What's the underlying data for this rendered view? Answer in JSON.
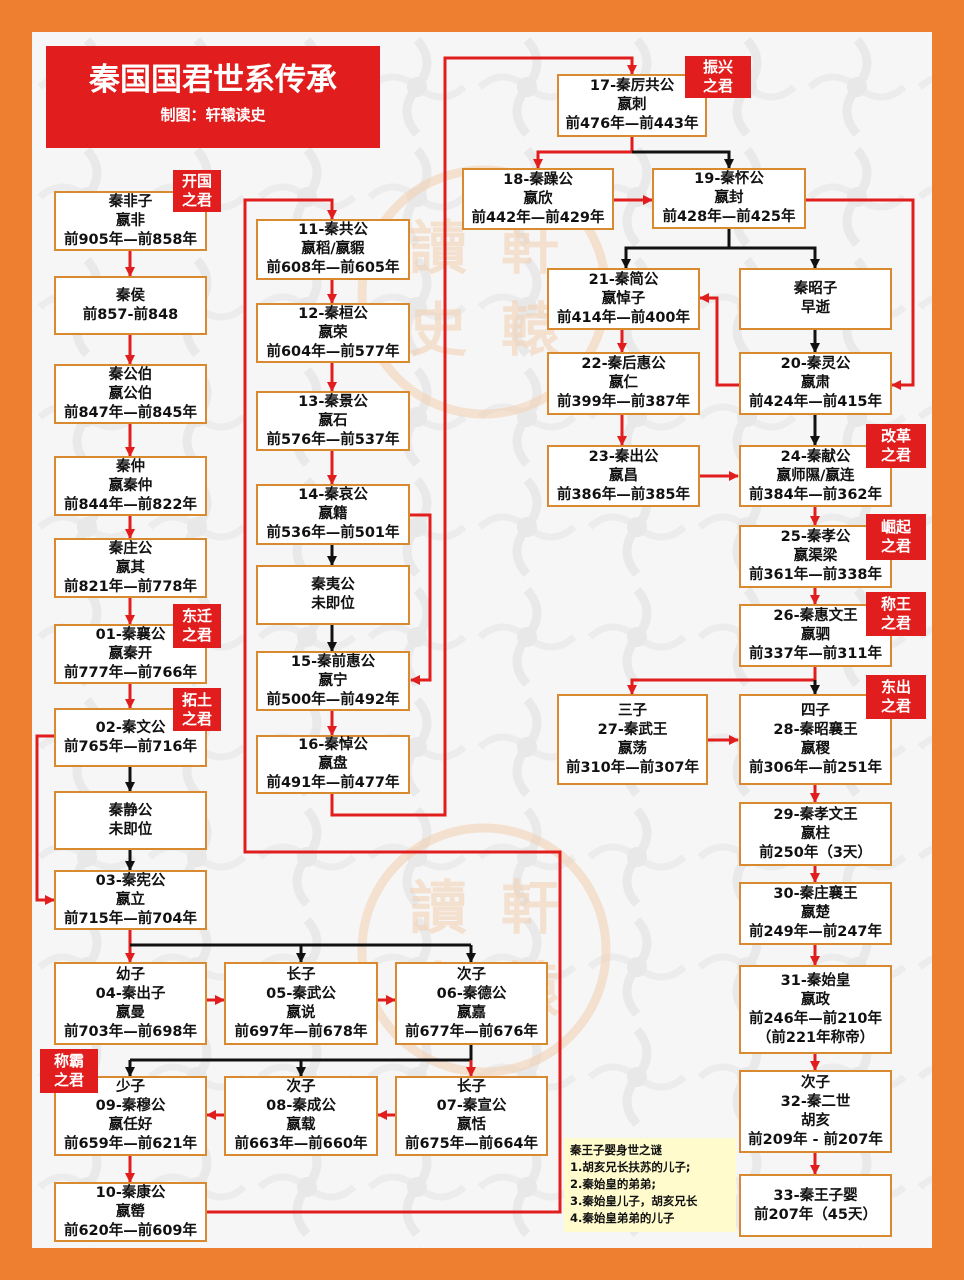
{
  "title": {
    "main": "秦国国君世系传承",
    "sub": "制图：轩辕读史"
  },
  "watermark": {
    "chars": [
      "讀",
      "軒",
      "史",
      "轅"
    ]
  },
  "colors": {
    "frame": "#ee7f30",
    "box_border": "#d9892f",
    "tag": "#e21d1d",
    "arrow_red": "#e21d1d",
    "arrow_black": "#111111",
    "note_bg": "#fffbcc"
  },
  "rulers": {
    "r0": {
      "lines": [
        "秦非子",
        "嬴非",
        "前905年—前858年"
      ]
    },
    "r1": {
      "lines": [
        "秦侯",
        "前857-前848"
      ]
    },
    "r2": {
      "lines": [
        "秦公伯",
        "嬴公伯",
        "前847年—前845年"
      ]
    },
    "r3": {
      "lines": [
        "秦仲",
        "嬴秦仲",
        "前844年—前822年"
      ]
    },
    "r4": {
      "lines": [
        "秦庄公",
        "嬴其",
        "前821年—前778年"
      ]
    },
    "r5": {
      "lines": [
        "01-秦襄公",
        "嬴秦开",
        "前777年—前766年"
      ]
    },
    "r6": {
      "lines": [
        "02-秦文公",
        "前765年—前716年"
      ]
    },
    "r7": {
      "lines": [
        "秦静公",
        "未即位"
      ]
    },
    "r8": {
      "lines": [
        "03-秦宪公",
        "嬴立",
        "前715年—前704年"
      ]
    },
    "r9": {
      "lines": [
        "幼子",
        "04-秦出子",
        "嬴曼",
        "前703年—前698年"
      ]
    },
    "r10": {
      "lines": [
        "长子",
        "05-秦武公",
        "嬴说",
        "前697年—前678年"
      ]
    },
    "r11": {
      "lines": [
        "次子",
        "06-秦德公",
        "嬴嘉",
        "前677年—前676年"
      ]
    },
    "r12": {
      "lines": [
        "少子",
        "09-秦穆公",
        "嬴任好",
        "前659年—前621年"
      ]
    },
    "r13": {
      "lines": [
        "次子",
        "08-秦成公",
        "嬴载",
        "前663年—前660年"
      ]
    },
    "r14": {
      "lines": [
        "长子",
        "07-秦宣公",
        "嬴恬",
        "前675年—前664年"
      ]
    },
    "r15": {
      "lines": [
        "10-秦康公",
        "嬴罃",
        "前620年—前609年"
      ]
    },
    "r16": {
      "lines": [
        "11-秦共公",
        "嬴稻/嬴貑",
        "前608年—前605年"
      ]
    },
    "r17": {
      "lines": [
        "12-秦桓公",
        "嬴荣",
        "前604年—前577年"
      ]
    },
    "r18": {
      "lines": [
        "13-秦景公",
        "嬴石",
        "前576年—前537年"
      ]
    },
    "r19": {
      "lines": [
        "14-秦哀公",
        "嬴籍",
        "前536年—前501年"
      ]
    },
    "r20": {
      "lines": [
        "秦夷公",
        "未即位"
      ]
    },
    "r21": {
      "lines": [
        "15-秦前惠公",
        "嬴宁",
        "前500年—前492年"
      ]
    },
    "r22": {
      "lines": [
        "16-秦悼公",
        "嬴盘",
        "前491年—前477年"
      ]
    },
    "r23": {
      "lines": [
        "17-秦厉共公",
        "嬴刺",
        "前476年—前443年"
      ]
    },
    "r24": {
      "lines": [
        "18-秦躁公",
        "嬴欣",
        "前442年—前429年"
      ]
    },
    "r25": {
      "lines": [
        "19-秦怀公",
        "嬴封",
        "前428年—前425年"
      ]
    },
    "r26": {
      "lines": [
        "21-秦简公",
        "嬴悼子",
        "前414年—前400年"
      ]
    },
    "r27": {
      "lines": [
        "秦昭子",
        "早逝"
      ]
    },
    "r28": {
      "lines": [
        "22-秦后惠公",
        "嬴仁",
        "前399年—前387年"
      ]
    },
    "r29": {
      "lines": [
        "20-秦灵公",
        "嬴肃",
        "前424年—前415年"
      ]
    },
    "r30": {
      "lines": [
        "23-秦出公",
        "嬴昌",
        "前386年—前385年"
      ]
    },
    "r31": {
      "lines": [
        "24-秦献公",
        "嬴师隰/嬴连",
        "前384年—前362年"
      ]
    },
    "r32": {
      "lines": [
        "25-秦孝公",
        "嬴渠梁",
        "前361年—前338年"
      ]
    },
    "r33": {
      "lines": [
        "26-秦惠文王",
        "嬴驷",
        "前337年—前311年"
      ]
    },
    "r34": {
      "lines": [
        "三子",
        "27-秦武王",
        "嬴荡",
        "前310年—前307年"
      ]
    },
    "r35": {
      "lines": [
        "四子",
        "28-秦昭襄王",
        "嬴稷",
        "前306年—前251年"
      ]
    },
    "r36": {
      "lines": [
        "29-秦孝文王",
        "嬴柱",
        "前250年（3天）"
      ]
    },
    "r37": {
      "lines": [
        "30-秦庄襄王",
        "嬴楚",
        "前249年—前247年"
      ]
    },
    "r38": {
      "lines": [
        "31-秦始皇",
        "嬴政",
        "前246年—前210年",
        "（前221年称帝）"
      ]
    },
    "r39": {
      "lines": [
        "次子",
        "32-秦二世",
        "胡亥",
        "前209年 - 前207年"
      ]
    },
    "r40": {
      "lines": [
        "33-秦王子婴",
        "前207年（45天）"
      ]
    }
  },
  "tags": {
    "t0": {
      "lines": [
        "开国",
        "之君"
      ]
    },
    "t1": {
      "lines": [
        "东迁",
        "之君"
      ]
    },
    "t2": {
      "lines": [
        "拓土",
        "之君"
      ]
    },
    "t3": {
      "lines": [
        "称霸",
        "之君"
      ]
    },
    "t4": {
      "lines": [
        "振兴",
        "之君"
      ]
    },
    "t5": {
      "lines": [
        "改革",
        "之君"
      ]
    },
    "t6": {
      "lines": [
        "崛起",
        "之君"
      ]
    },
    "t7": {
      "lines": [
        "称王",
        "之君"
      ]
    },
    "t8": {
      "lines": [
        "东出",
        "之君"
      ]
    }
  },
  "note": {
    "title": "秦王子婴身世之谜",
    "items": [
      "1.胡亥兄长扶苏的儿子;",
      "2.秦始皇的弟弟;",
      "3.秦始皇儿子，胡亥兄长",
      "4.秦始皇弟弟的儿子"
    ]
  }
}
